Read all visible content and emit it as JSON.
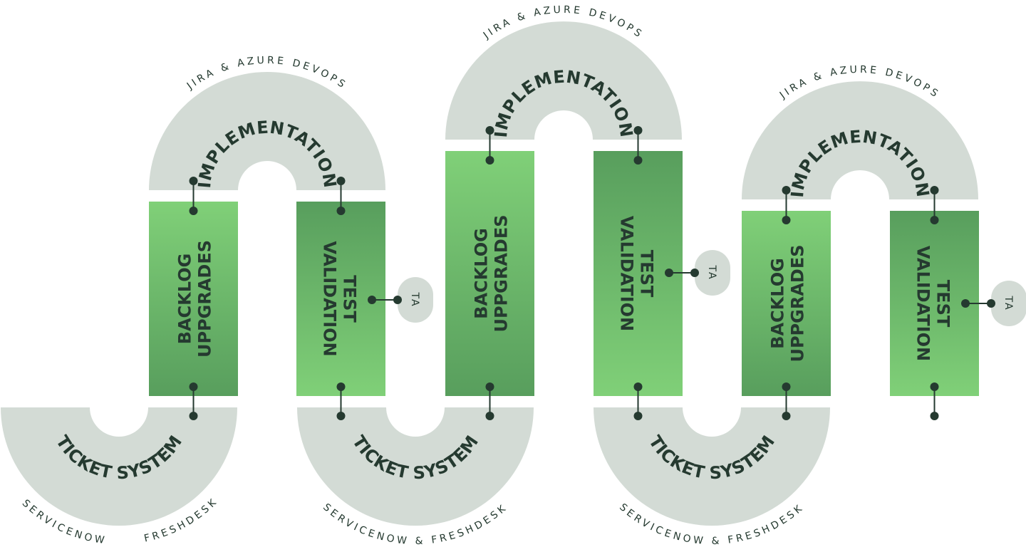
{
  "colors": {
    "track": "#d3dbd5",
    "green_light": "#80d078",
    "green_dark": "#589e5d",
    "ink": "#253a30",
    "background": "#ffffff"
  },
  "upper_arches": [
    {
      "label": "IMPLEMENTATION",
      "sublabel": "JIRA & AZURE DEVOPS"
    },
    {
      "label": "IMPLEMENTATION",
      "sublabel": "JIRA & AZURE DEVOPS"
    },
    {
      "label": "IMPLEMENTATION",
      "sublabel": "JIRA & AZURE DEVOPS"
    }
  ],
  "lower_arches": [
    {
      "label": "TICKET SYSTEM",
      "sublabel_parts": [
        "SERVICENOW",
        "FRESHDESK"
      ]
    },
    {
      "label": "TICKET SYSTEM",
      "sublabel": "SERVICENOW & FRESHDESK"
    },
    {
      "label": "TICKET SYSTEM",
      "sublabel": "SERVICENOW & FRESHDESK"
    }
  ],
  "columns": [
    {
      "lines": [
        "BACKLOG",
        "UPPGRADES"
      ],
      "gradient": "light-to-dark"
    },
    {
      "lines": [
        "TEST",
        "VALIDATION"
      ],
      "gradient": "dark-to-light",
      "badge": "TA"
    },
    {
      "lines": [
        "BACKLOG",
        "UPPGRADES"
      ],
      "gradient": "light-to-dark"
    },
    {
      "lines": [
        "TEST",
        "VALIDATION"
      ],
      "gradient": "dark-to-light",
      "badge": "TA"
    },
    {
      "lines": [
        "BACKLOG",
        "UPPGRADES"
      ],
      "gradient": "light-to-dark"
    },
    {
      "lines": [
        "TEST",
        "VALIDATION"
      ],
      "gradient": "dark-to-light",
      "badge": "TA"
    }
  ]
}
